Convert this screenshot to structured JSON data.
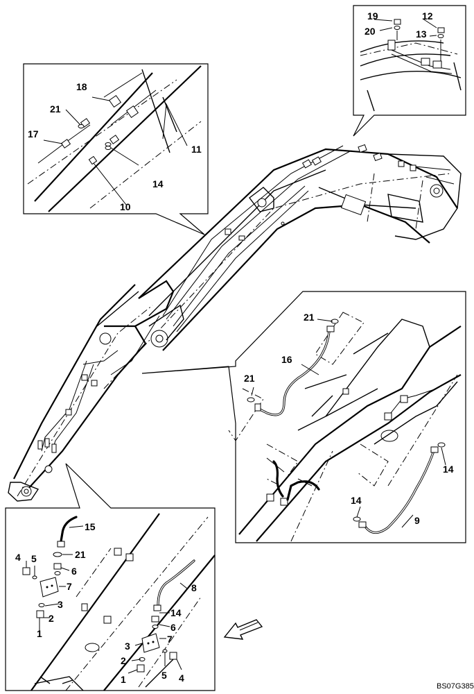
{
  "diagram_code": "BS07G385",
  "callouts": {
    "top_right": [
      "19",
      "20",
      "12",
      "13"
    ],
    "top_left": [
      "18",
      "21",
      "17",
      "11",
      "14",
      "10"
    ],
    "middle_right": [
      "21",
      "16",
      "21",
      "14",
      "14",
      "9"
    ],
    "bottom_left": [
      "15",
      "4",
      "5",
      "21",
      "6",
      "7",
      "3",
      "2",
      "1",
      "8",
      "14",
      "6",
      "7",
      "3",
      "2",
      "5",
      "1",
      "4"
    ]
  }
}
